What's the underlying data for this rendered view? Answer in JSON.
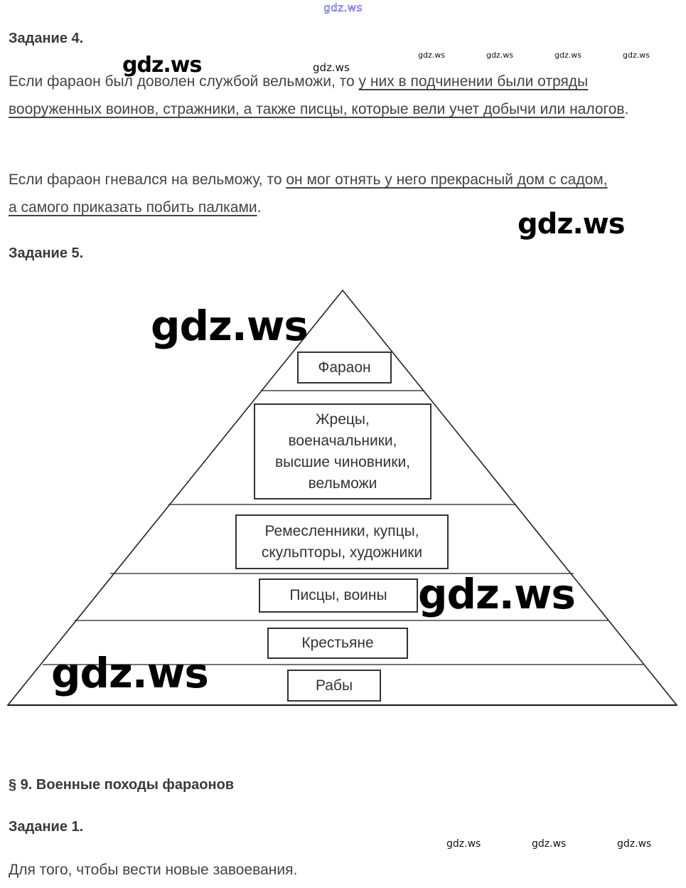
{
  "watermark": {
    "top": "gdz.ws",
    "text": "gdz.ws"
  },
  "task4": {
    "heading": "Задание 4.",
    "p1_plain": "Если фараон был доволен службой вельможи, то ",
    "p1_underlined": "у них в подчинении были отряды вооруженных воинов, стражники, а также писцы, которые вели учет добычи или налогов",
    "p1_end": ".",
    "p2_plain": "Если фараон гневался на вельможу, то ",
    "p2_underlined": "он мог отнять у него прекрасный дом с садом, а самого приказать побить палками",
    "p2_end": "."
  },
  "task5": {
    "heading": "Задание 5.",
    "pyramid": {
      "levels": [
        {
          "label": "Фараон"
        },
        {
          "label": "Жрецы, военачальники, высшие чиновники, вельможи"
        },
        {
          "label": "Ремесленники, купцы, скульпторы, художники"
        },
        {
          "label": "Писцы, воины"
        },
        {
          "label": "Крестьяне"
        },
        {
          "label": "Рабы"
        }
      ]
    }
  },
  "section9": {
    "heading": "§ 9. Военные походы фараонов",
    "task1": {
      "heading": "Задание 1.",
      "answer": "Для того, чтобы вести новые завоевания."
    }
  }
}
